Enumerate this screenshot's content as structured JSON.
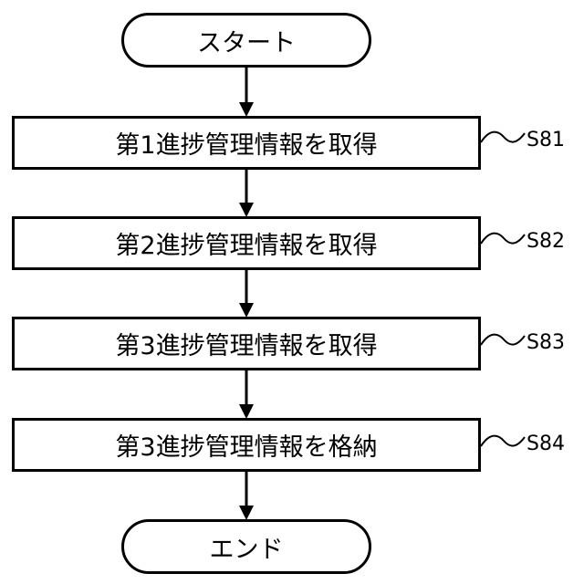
{
  "flowchart": {
    "start": {
      "text": "スタート"
    },
    "steps": [
      {
        "text": "第1進捗管理情報を取得",
        "label": "S81"
      },
      {
        "text": "第2進捗管理情報を取得",
        "label": "S82"
      },
      {
        "text": "第3進捗管理情報を取得",
        "label": "S83"
      },
      {
        "text": "第3進捗管理情報を格納",
        "label": "S84"
      }
    ],
    "end": {
      "text": "エンド"
    }
  }
}
